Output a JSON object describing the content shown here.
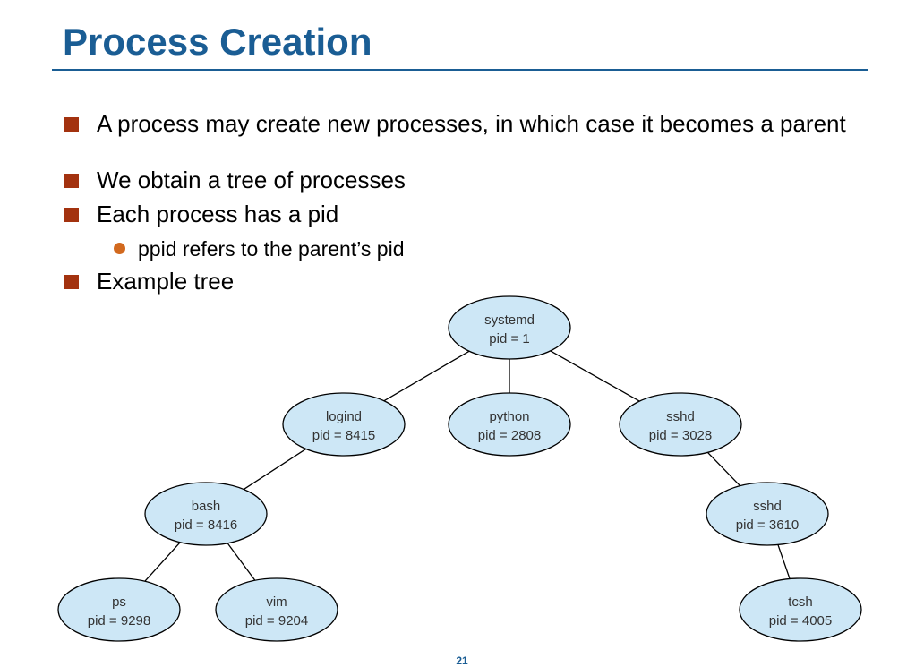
{
  "slide": {
    "title": "Process Creation",
    "page_number": "21",
    "accent_color": "#1a5d94",
    "bullet_color": "#a3320f",
    "sub_bullet_color": "#d2691e"
  },
  "bullets": [
    {
      "text": "A process may create new processes, in which case it becomes a parent"
    },
    {
      "text": "We obtain a tree of processes"
    },
    {
      "text": "Each process has a pid",
      "sub": [
        "ppid refers to the parent’s pid"
      ]
    },
    {
      "text": "Example tree"
    }
  ],
  "tree": {
    "node_fill": "#cde7f6",
    "nodes": [
      {
        "id": "systemd",
        "name": "systemd",
        "pid": "pid = 1"
      },
      {
        "id": "logind",
        "name": "logind",
        "pid": "pid = 8415"
      },
      {
        "id": "python",
        "name": "python",
        "pid": "pid = 2808"
      },
      {
        "id": "sshd1",
        "name": "sshd",
        "pid": "pid = 3028"
      },
      {
        "id": "bash",
        "name": "bash",
        "pid": "pid = 8416"
      },
      {
        "id": "sshd2",
        "name": "sshd",
        "pid": "pid = 3610"
      },
      {
        "id": "ps",
        "name": "ps",
        "pid": "pid = 9298"
      },
      {
        "id": "vim",
        "name": "vim",
        "pid": "pid = 9204"
      },
      {
        "id": "tcsh",
        "name": "tcsh",
        "pid": "pid = 4005"
      }
    ],
    "edges": [
      [
        "systemd",
        "logind"
      ],
      [
        "systemd",
        "python"
      ],
      [
        "systemd",
        "sshd1"
      ],
      [
        "logind",
        "bash"
      ],
      [
        "sshd1",
        "sshd2"
      ],
      [
        "bash",
        "ps"
      ],
      [
        "bash",
        "vim"
      ],
      [
        "sshd2",
        "tcsh"
      ]
    ]
  }
}
